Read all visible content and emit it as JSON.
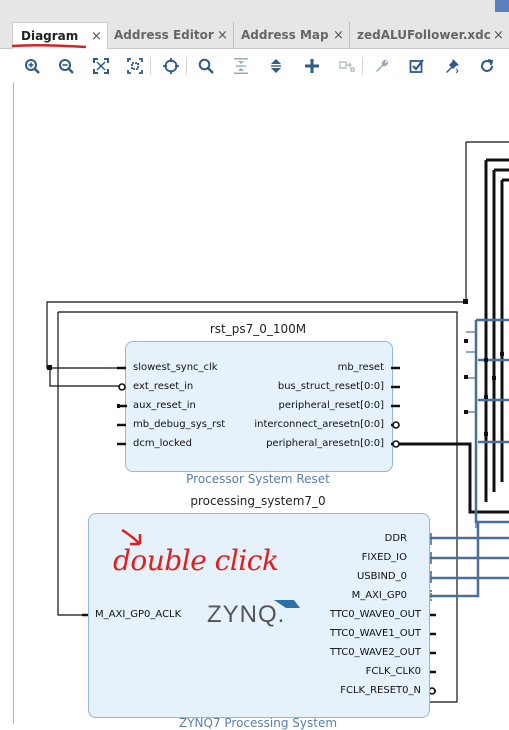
{
  "tabs": [
    {
      "label": "Diagram",
      "close": "×",
      "active": true
    },
    {
      "label": "Address Editor",
      "close": "×"
    },
    {
      "label": "Address Map",
      "close": "×"
    },
    {
      "label": "zedALUFollower.xdc",
      "close": "×"
    }
  ],
  "toolbar": {
    "icons": [
      "zoom-in-icon",
      "zoom-out-icon",
      "fit-icon",
      "zoom-fit-selection-icon",
      "autofit-icon",
      "search-icon",
      "collapse-icon",
      "expand-icon",
      "add-ip-icon",
      "make-connection-icon",
      "wrench-icon",
      "validate-icon",
      "pin-icon",
      "refresh-icon"
    ]
  },
  "rst_block": {
    "title": "rst_ps7_0_100M",
    "subtitle": "Processor System Reset",
    "inputs": [
      "slowest_sync_clk",
      "ext_reset_in",
      "aux_reset_in",
      "mb_debug_sys_rst",
      "dcm_locked"
    ],
    "outputs": [
      "mb_reset",
      "bus_struct_reset[0:0]",
      "peripheral_reset[0:0]",
      "interconnect_aresetn[0:0]",
      "peripheral_aresetn[0:0]"
    ]
  },
  "ps_block": {
    "title": "processing_system7_0",
    "subtitle": "ZYNQ7 Processing System",
    "logo": "ZYNQ.",
    "inputs": [
      "M_AXI_GP0_ACLK"
    ],
    "outputs": [
      "DDR",
      "FIXED_IO",
      "USBIND_0",
      "M_AXI_GP0",
      "TTC0_WAVE0_OUT",
      "TTC0_WAVE1_OUT",
      "TTC0_WAVE2_OUT",
      "FCLK_CLK0",
      "FCLK_RESET0_N"
    ]
  },
  "annotation": {
    "text": "double click",
    "color": "#e0201c"
  }
}
